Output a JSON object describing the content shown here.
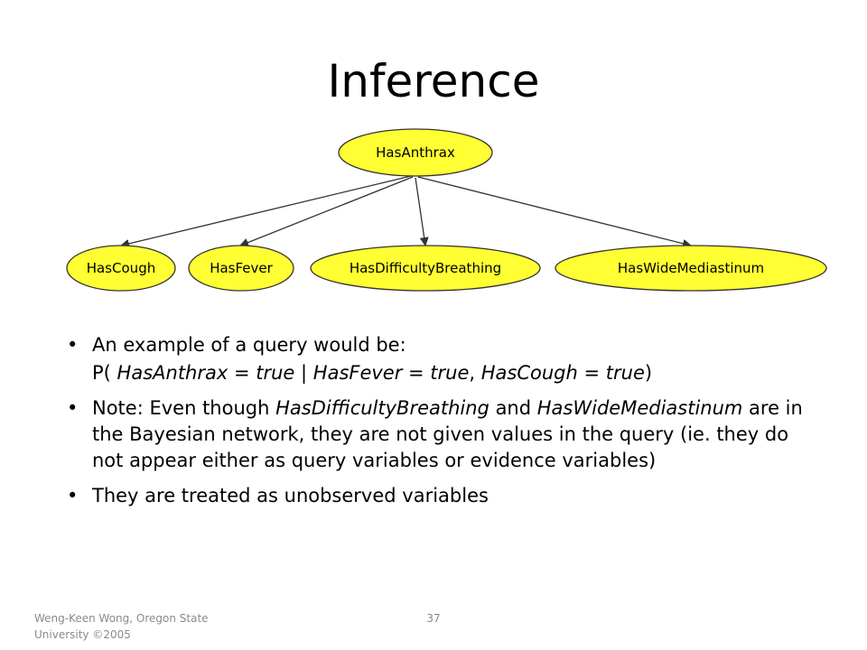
{
  "slide": {
    "title": "Inference",
    "footer": "Weng-Keen Wong, Oregon State University ©2005",
    "page_number": "37"
  },
  "network": {
    "node_fill": "#ffff33",
    "node_stroke": "#333333",
    "root": "HasAnthrax",
    "children": [
      "HasCough",
      "HasFever",
      "HasDifficultyBreathing",
      "HasWideMediastinum"
    ]
  },
  "bullets": {
    "b1": "An example of a query would be:",
    "query": {
      "prefix": "P( ",
      "q1": "HasAnthrax = true",
      "sep": " | ",
      "e1": "HasFever = true",
      "comma": ", ",
      "e2": "HasCough = true",
      "suffix": ")"
    },
    "b2": {
      "p1": "Note:  Even though ",
      "v1": "HasDifficultyBreathing",
      "p2": " and ",
      "v2": "HasWideMediastinum",
      "p3": " are in the Bayesian network, they are not given values in the query (ie. they do not appear either as query variables or evidence variables)"
    },
    "b3": "They are treated as unobserved variables"
  }
}
